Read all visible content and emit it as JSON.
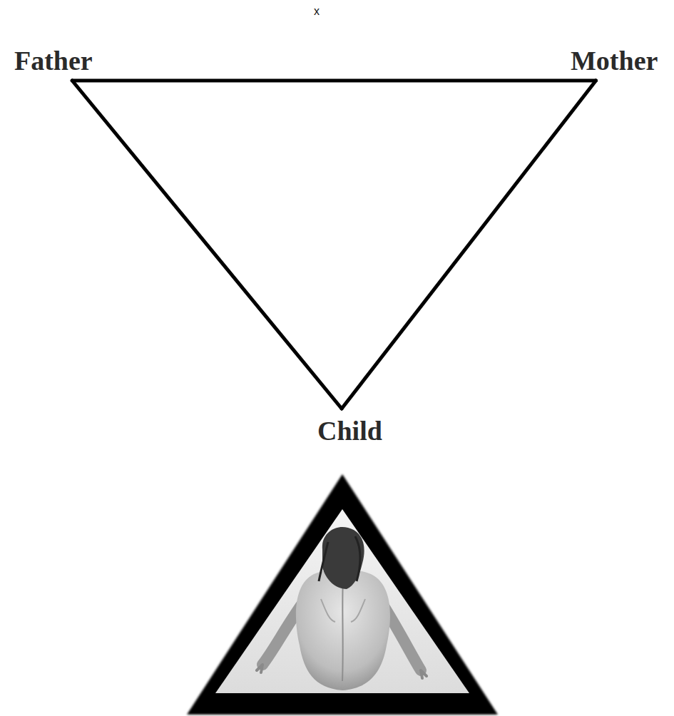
{
  "diagram": {
    "nodes": [
      {
        "text": [
          "Father"
        ]
      },
      {
        "text": [
          "Mother"
        ]
      },
      {
        "text": [
          "Child"
        ]
      }
    ],
    "edges": [
      {
        "from": 0,
        "to": 1,
        "arrow": "none"
      },
      {
        "from": 1,
        "to": 2,
        "arrow": "none"
      },
      {
        "from": 2,
        "to": 0,
        "arrow": "none"
      }
    ],
    "labels": [
      "x"
    ]
  }
}
